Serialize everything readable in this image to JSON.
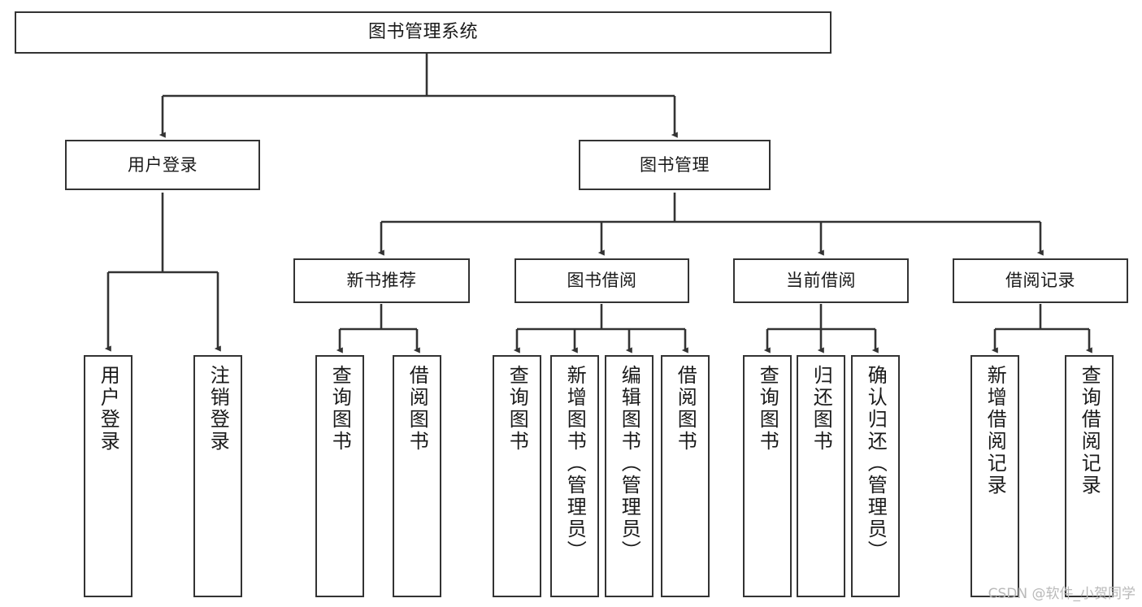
{
  "diagram": {
    "type": "tree-hierarchy",
    "title": "图书管理系统",
    "background_color": "#ffffff",
    "line_color": "#333333",
    "box_border_color": "#333333",
    "box_fill_color": "#ffffff",
    "text_color": "#1a1a1a",
    "watermark": "CSDN @软件_小贺同学",
    "watermark_color": "#b9b9b9"
  },
  "nodes": {
    "root": {
      "label": "图书管理系统",
      "level": 1,
      "orientation": "horizontal"
    },
    "l2": [
      {
        "id": "user-login",
        "label": "用户登录",
        "level": 2,
        "orientation": "horizontal"
      },
      {
        "id": "book-management",
        "label": "图书管理",
        "level": 2,
        "orientation": "horizontal"
      }
    ],
    "l3": [
      {
        "id": "new-book-recommend",
        "label": "新书推荐",
        "level": 3,
        "orientation": "horizontal"
      },
      {
        "id": "book-borrow",
        "label": "图书借阅",
        "level": 3,
        "orientation": "horizontal"
      },
      {
        "id": "current-borrow",
        "label": "当前借阅",
        "level": 3,
        "orientation": "horizontal"
      },
      {
        "id": "borrow-record",
        "label": "借阅记录",
        "level": 3,
        "orientation": "horizontal"
      }
    ],
    "leaves": [
      {
        "id": "leaf-user-login",
        "label": "用户登录",
        "parent": "user-login",
        "orientation": "vertical"
      },
      {
        "id": "leaf-user-logout",
        "label": "注销登录",
        "parent": "user-login",
        "orientation": "vertical"
      },
      {
        "id": "leaf-query-book-1",
        "label": "查询图书",
        "parent": "new-book-recommend",
        "orientation": "vertical"
      },
      {
        "id": "leaf-borrow-book-1",
        "label": "借阅图书",
        "parent": "new-book-recommend",
        "orientation": "vertical"
      },
      {
        "id": "leaf-query-book-2",
        "label": "查询图书",
        "parent": "book-borrow",
        "orientation": "vertical"
      },
      {
        "id": "leaf-add-book",
        "label": "新增图书（管理员）",
        "parent": "book-borrow",
        "orientation": "vertical"
      },
      {
        "id": "leaf-edit-book",
        "label": "编辑图书（管理员）",
        "parent": "book-borrow",
        "orientation": "vertical"
      },
      {
        "id": "leaf-borrow-book-2",
        "label": "借阅图书",
        "parent": "book-borrow",
        "orientation": "vertical"
      },
      {
        "id": "leaf-query-book-3",
        "label": "查询图书",
        "parent": "current-borrow",
        "orientation": "vertical"
      },
      {
        "id": "leaf-return-book",
        "label": "归还图书",
        "parent": "current-borrow",
        "orientation": "vertical"
      },
      {
        "id": "leaf-confirm-return",
        "label": "确认归还（管理员）",
        "parent": "current-borrow",
        "orientation": "vertical"
      },
      {
        "id": "leaf-add-record",
        "label": "新增借阅记录",
        "parent": "borrow-record",
        "orientation": "vertical"
      },
      {
        "id": "leaf-query-record",
        "label": "查询借阅记录",
        "parent": "borrow-record",
        "orientation": "vertical"
      }
    ]
  }
}
